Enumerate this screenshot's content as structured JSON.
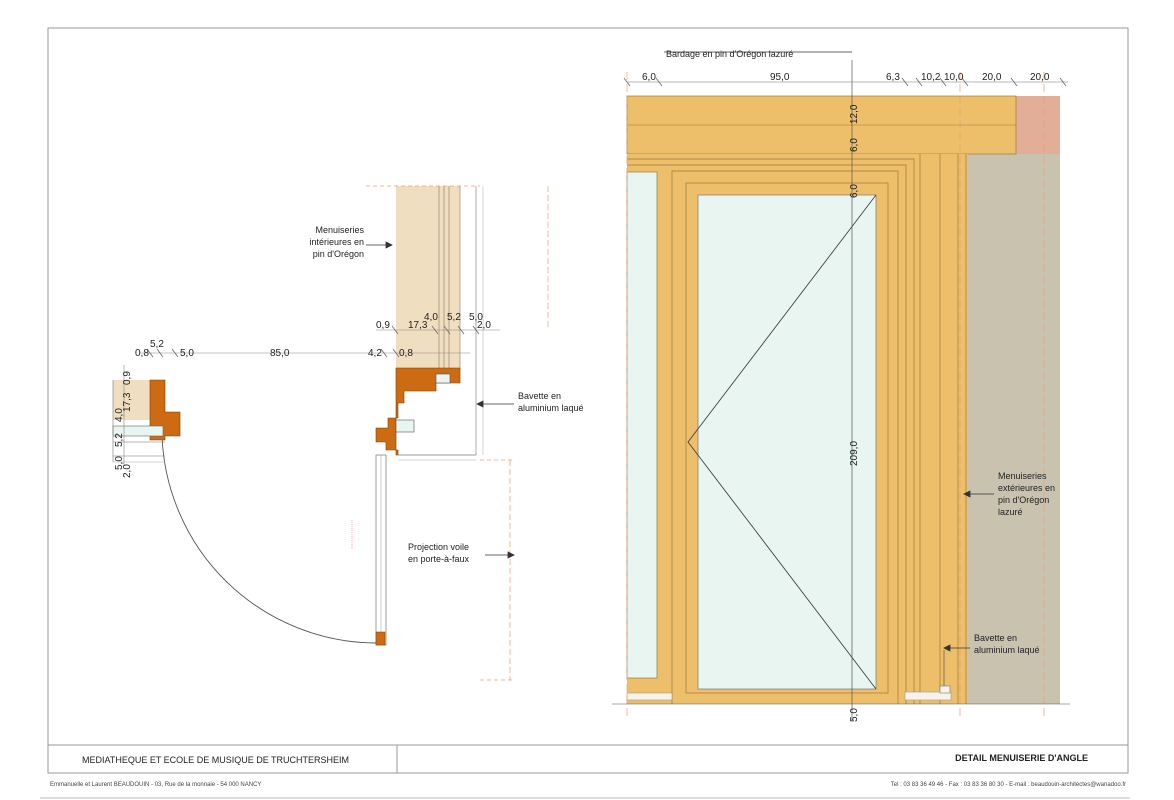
{
  "title_block": {
    "project": "MEDIATHEQUE ET ECOLE DE MUSIQUE DE TRUCHTERSHEIM",
    "drawing": "DETAIL MENUISERIE D'ANGLE",
    "architects": "Emmanuelle et Laurent BEAUDOUIN - 03, Rue de la monnaie - 54 000  NANCY",
    "contact": "Tel : 03 83 36 49 46 - Fax : 03 83 36 80 30 - E-mail : beaudouin-architectes@wanadoo.fr"
  },
  "plan_labels": {
    "interior": [
      "Menuiseries",
      "intérieures en",
      "pin d'Orégon"
    ],
    "bavette": [
      "Bavette en",
      "aluminium laqué"
    ],
    "projection": [
      "Projection voile",
      "en porte-à-faux"
    ]
  },
  "plan_dims": {
    "top_row_left": [
      "0,8",
      "5,2",
      "5,0",
      "85,0",
      "4,2",
      "0,8"
    ],
    "top_row_right": [
      "0,9",
      "17,3",
      "4,0",
      "5,2",
      "5,0",
      "2,0"
    ],
    "left_vertical": [
      "0,9",
      "17,3",
      "4,0",
      "5,2",
      "5,0",
      "2,0"
    ]
  },
  "elev_labels": {
    "cladding": "Bardage en pin d'Orégon lazuré",
    "exterior": [
      "Menuiseries",
      "extérieures en",
      "pin d'Orégon",
      "lazuré"
    ],
    "bavette": [
      "Bavette en",
      "aluminium laqué"
    ]
  },
  "elev_dims": {
    "top": [
      "6,0",
      "95,0",
      "6,3",
      "10,2",
      "10,0",
      "20,0",
      "20,0"
    ],
    "vertical": [
      "12,0",
      "6,0",
      "6,0",
      "209,0",
      "5,0"
    ]
  },
  "colors": {
    "wood": "#EDBF6A",
    "wood_light": "#F0DEC0",
    "timber_section": "#CC6B12",
    "glass": "#E8F5F1",
    "wall": "#C9C2AE",
    "brick": "#E3AE98"
  }
}
